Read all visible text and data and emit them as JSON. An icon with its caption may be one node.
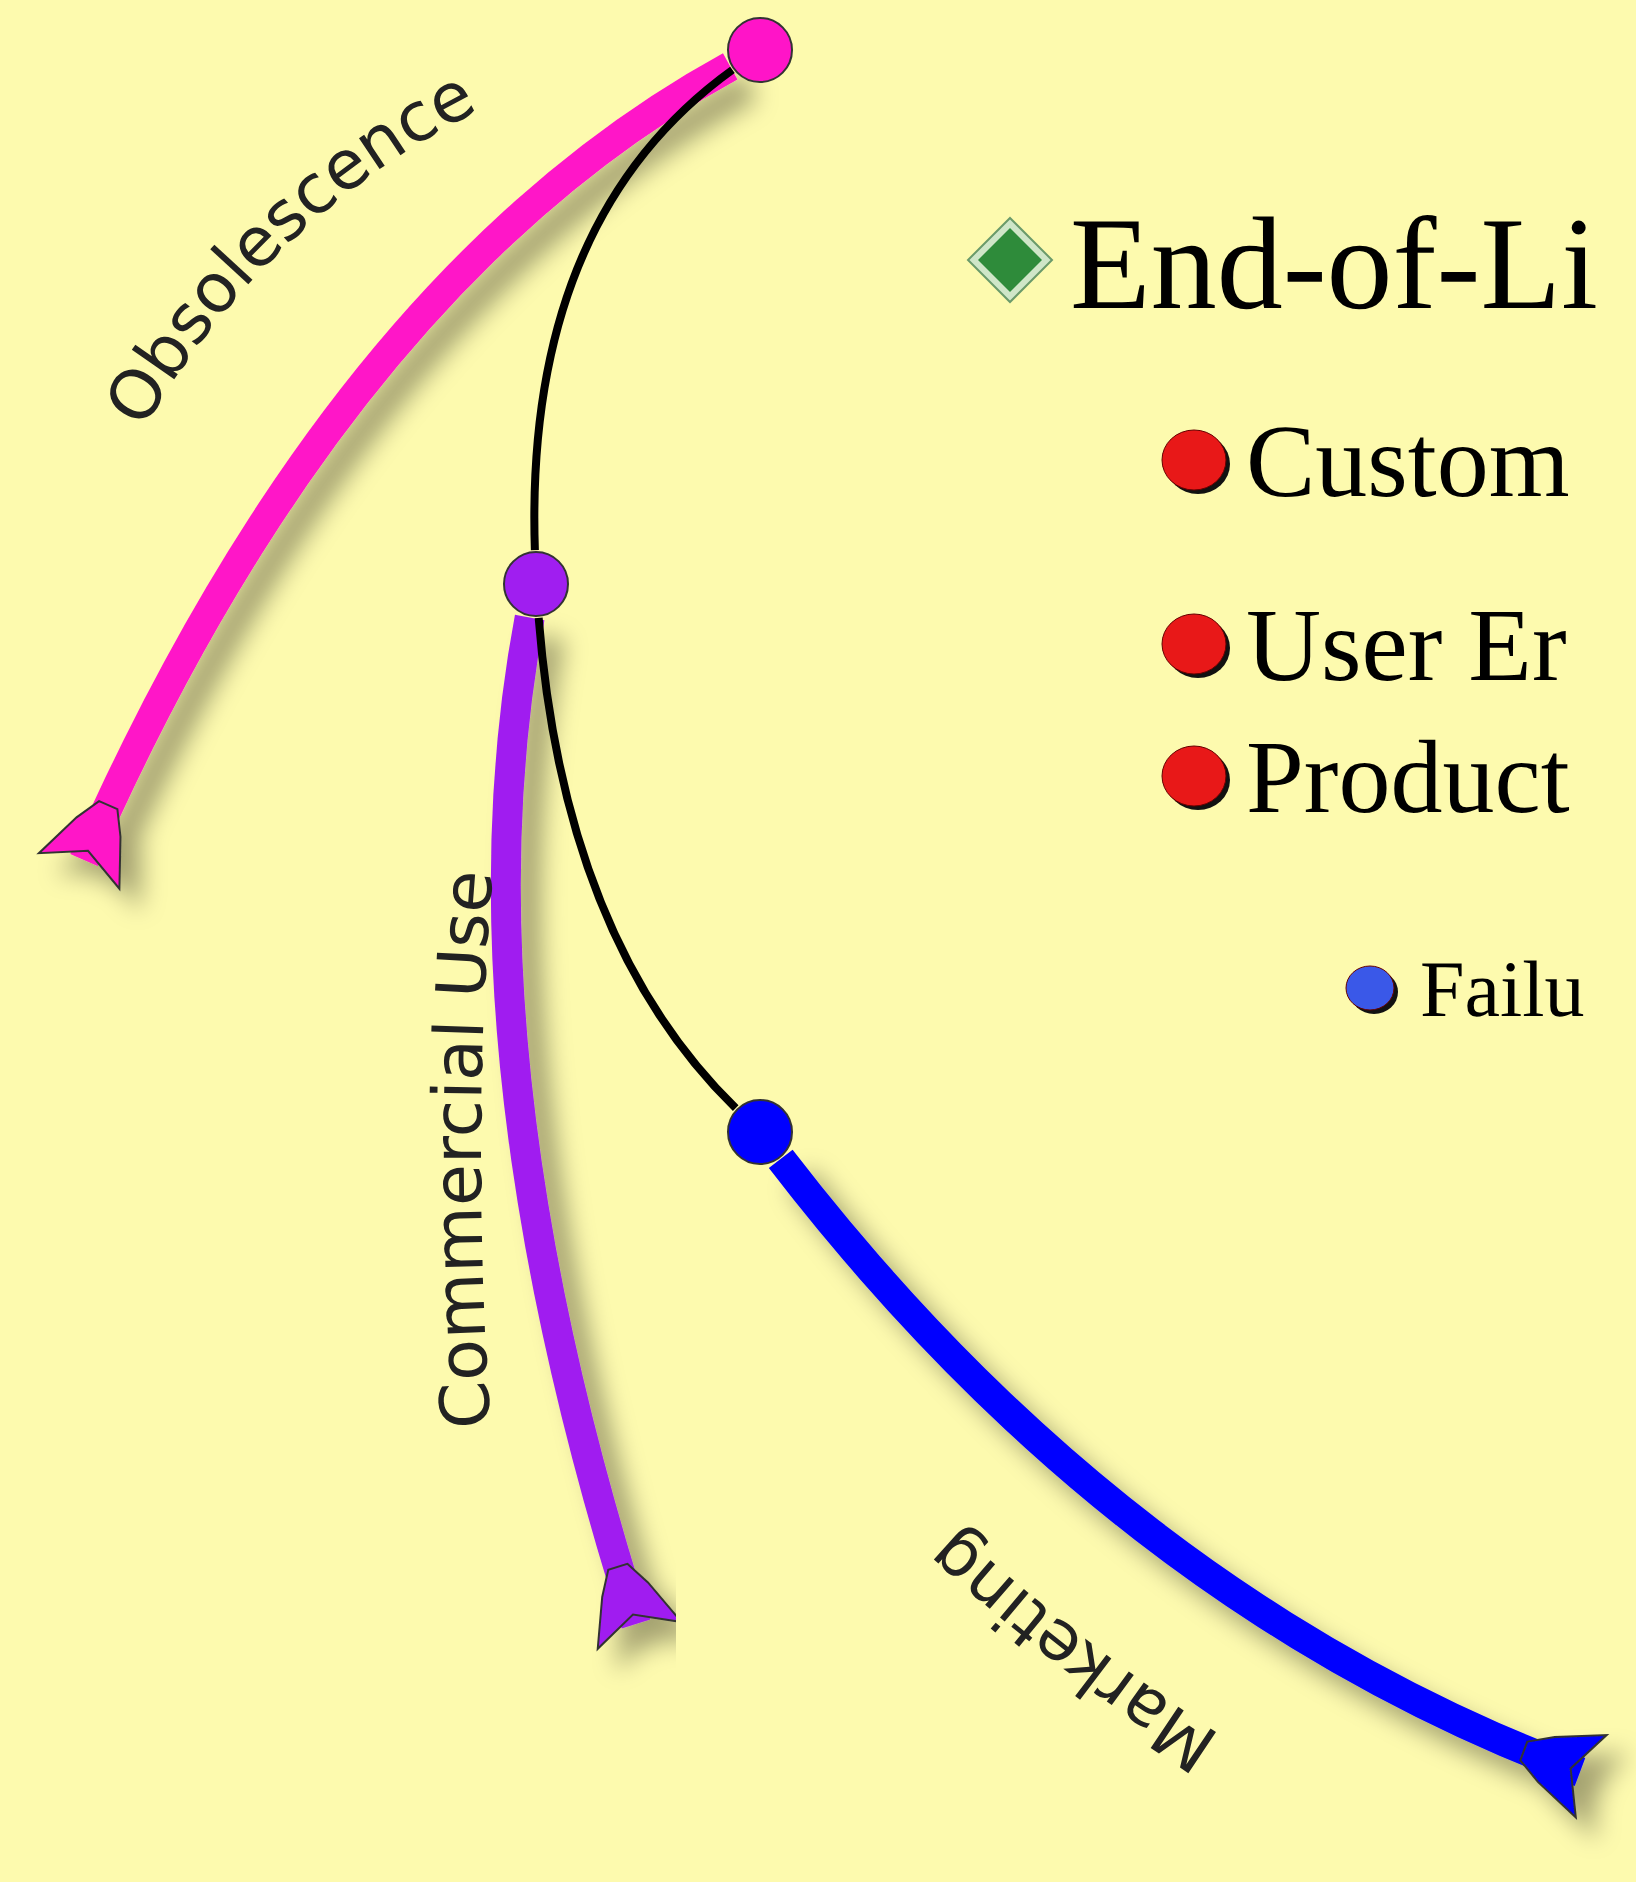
{
  "diagram": {
    "nodes": [
      {
        "text": [],
        "shape": "circle"
      },
      {
        "text": [],
        "shape": "circle"
      },
      {
        "text": [],
        "shape": "circle"
      }
    ],
    "edges": [
      {
        "from": 0,
        "to": null,
        "arrow": "other",
        "label": "Obsolescence",
        "color": "#ff14c8"
      },
      {
        "from": 1,
        "to": null,
        "arrow": "other",
        "label": "Commercial Use",
        "color": "#a01ef0"
      },
      {
        "from": 2,
        "to": null,
        "arrow": "other",
        "label": "Marketing",
        "color": "#0000ff"
      },
      {
        "from": 0,
        "to": 1,
        "arrow": "none",
        "color": "#000000"
      },
      {
        "from": 1,
        "to": 2,
        "arrow": "none",
        "color": "#000000"
      }
    ],
    "labels": [
      "End-of-Li",
      "Custom",
      "User Er",
      "Product",
      "Failu"
    ]
  }
}
